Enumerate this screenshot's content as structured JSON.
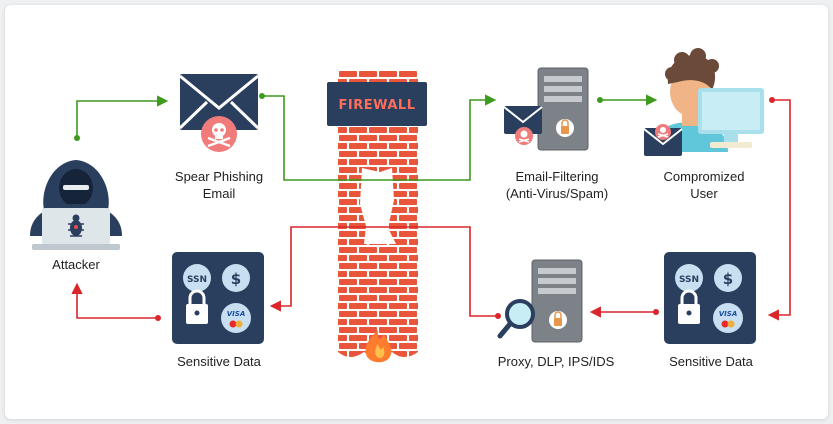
{
  "nodes": {
    "attacker": {
      "label": "Attacker"
    },
    "spear_phishing": {
      "line1": "Spear Phishing",
      "line2": "Email"
    },
    "firewall": {
      "label": "FIREWALL"
    },
    "email_filtering": {
      "line1": "Email-Filtering",
      "line2": "(Anti-Virus/Spam)"
    },
    "compromized_user": {
      "line1": "Compromized",
      "line2": "User"
    },
    "sensitive_data_right": {
      "label": "Sensitive Data"
    },
    "proxy_dlp": {
      "label": "Proxy, DLP, IPS/IDS"
    },
    "sensitive_data_left": {
      "label": "Sensitive Data"
    }
  },
  "icons": {
    "ssn": "SSN",
    "dollar": "$",
    "visa": "VISA"
  },
  "colors": {
    "green_flow": "#3d9a1e",
    "red_flow": "#d9262b",
    "navy": "#2a3f5e",
    "brick": "#e9553b",
    "skull_bg": "#ef7b7b",
    "server": "#7d8289"
  }
}
